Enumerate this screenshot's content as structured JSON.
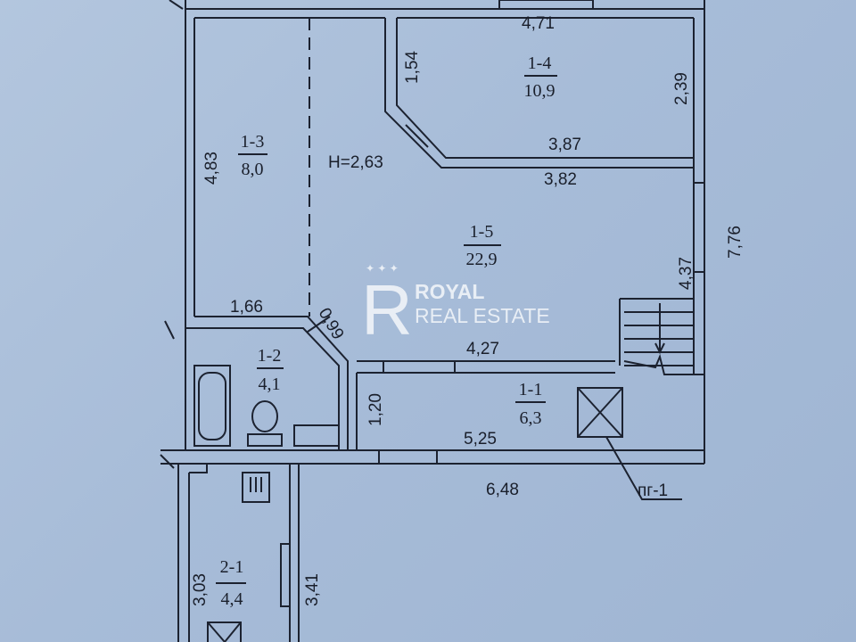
{
  "plan": {
    "ceiling_height": "H=2,63",
    "rooms": [
      {
        "id": "1-1",
        "area": "6,3"
      },
      {
        "id": "1-2",
        "area": "4,1"
      },
      {
        "id": "1-3",
        "area": "8,0"
      },
      {
        "id": "1-4",
        "area": "10,9"
      },
      {
        "id": "1-5",
        "area": "22,9"
      },
      {
        "id": "2-1",
        "area": "4,4"
      }
    ],
    "dimensions": {
      "top_471": "4,71",
      "left_154": "1,54",
      "right_239": "2,39",
      "bottom_387": "3,87",
      "d_382": "3,82",
      "left_483": "4,83",
      "right_776": "7,76",
      "right_437": "4,37",
      "d_166": "1,66",
      "diag_099": "0,99",
      "d_427": "4,27",
      "d_120": "1,20",
      "d_525": "5,25",
      "d_648": "6,48",
      "d_303": "3,03",
      "d_341": "3,41"
    },
    "shaft_label": "пг-1"
  },
  "watermark": {
    "line1": "ROYAL",
    "line2": "REAL ESTATE",
    "monogram": "R"
  }
}
